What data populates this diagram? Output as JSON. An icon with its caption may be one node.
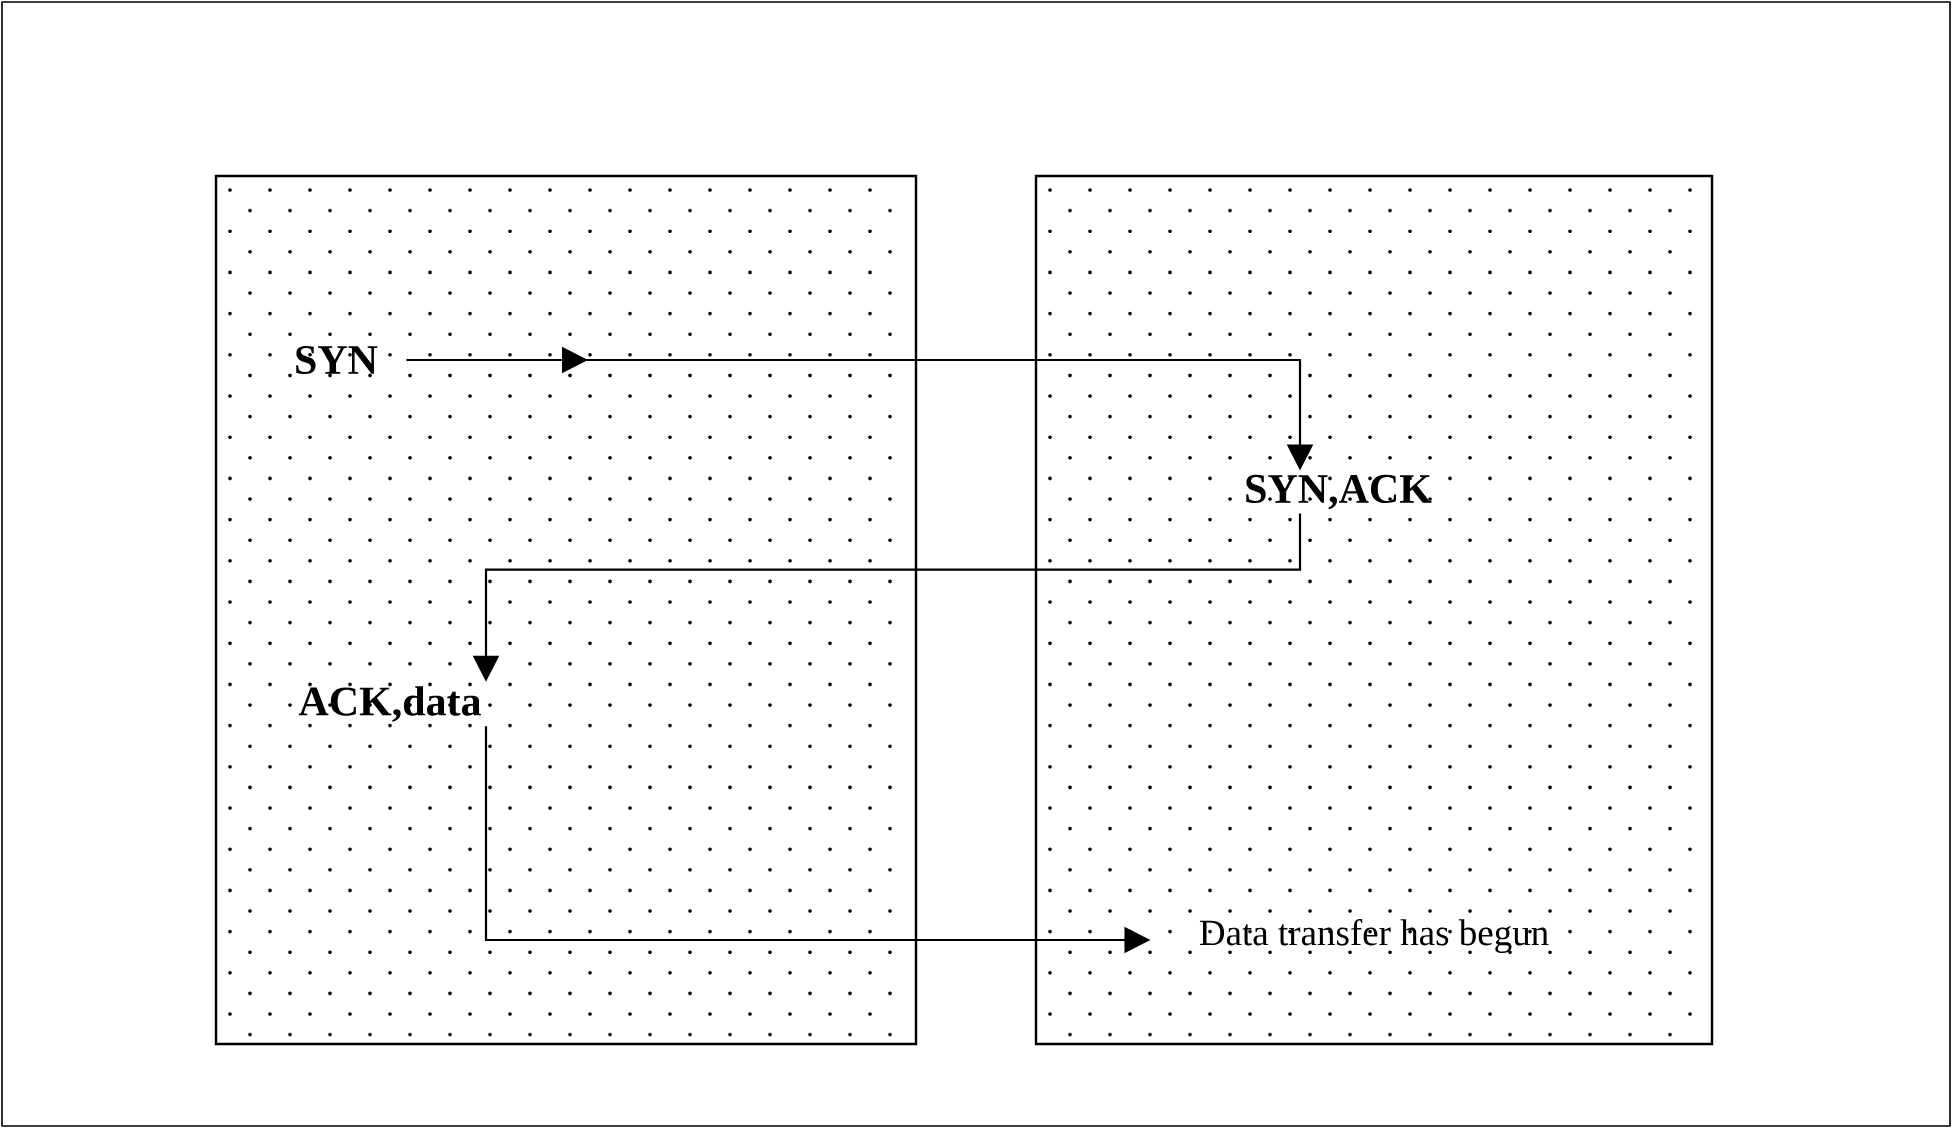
{
  "diagram": {
    "nodes": [
      {
        "text": [],
        "shape": "box"
      },
      {
        "text": [],
        "shape": "box"
      },
      {
        "text": [
          "SYN"
        ],
        "in": 0
      },
      {
        "text": [
          "SYN,ACK"
        ],
        "in": 1
      },
      {
        "text": [
          "ACK,data"
        ],
        "in": 0
      },
      {
        "text": [
          "Data transfer has begun"
        ],
        "in": 1
      }
    ],
    "edges": [
      {
        "from": 2,
        "to": 3,
        "arrow": "to"
      },
      {
        "from": 3,
        "to": 4,
        "arrow": "to"
      },
      {
        "from": 4,
        "to": 5,
        "arrow": "to"
      }
    ]
  }
}
